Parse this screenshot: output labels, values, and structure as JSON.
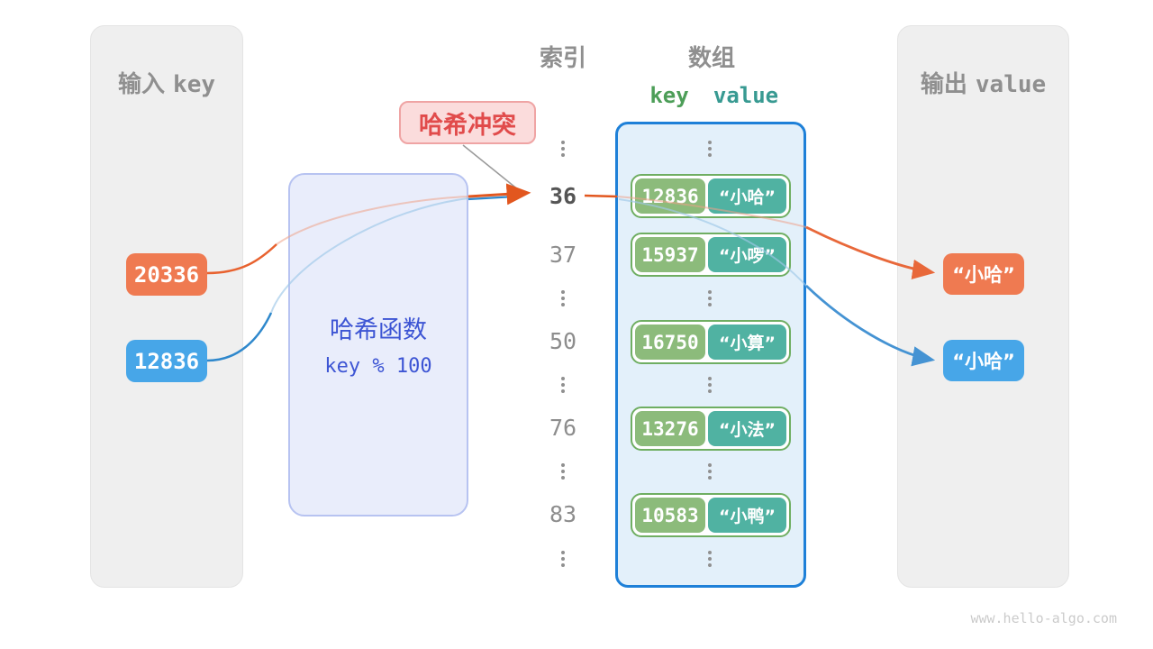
{
  "palette": {
    "panel_gray": "#efefef",
    "orange": "#ef7a51",
    "blue": "#47a6e8",
    "hash_box_fill": "#e9edfb",
    "hash_box_border": "#b7c3f1",
    "hash_text_blue": "#3d55d4",
    "collision_fill": "#fbdcdc",
    "collision_text": "#e14b4b",
    "array_fill": "#e3f0fa",
    "array_border": "#1e80d8",
    "entry_border": "#6fae62",
    "key_green": "#8cbb7b",
    "value_teal": "#50b2a2",
    "arrow_orange": "#e2571f",
    "arrow_blue": "#3d93d3"
  },
  "input_panel": {
    "title_zh": "输入",
    "title_en": "key",
    "keys": [
      {
        "value": "20336",
        "color": "orange"
      },
      {
        "value": "12836",
        "color": "blue"
      }
    ]
  },
  "hash_box": {
    "title": "哈希函数",
    "formula": "key % 100"
  },
  "collision_label": {
    "text": "哈希冲突"
  },
  "index_column": {
    "title": "索引",
    "labels": [
      "36",
      "37",
      "50",
      "76",
      "83"
    ],
    "highlighted": "36"
  },
  "array": {
    "title": "数组",
    "header": {
      "key": "key",
      "value": "value"
    },
    "entries": [
      {
        "index": "36",
        "key": "12836",
        "value": "“小哈”"
      },
      {
        "index": "37",
        "key": "15937",
        "value": "“小啰”"
      },
      {
        "index": "50",
        "key": "16750",
        "value": "“小算”"
      },
      {
        "index": "76",
        "key": "13276",
        "value": "“小法”"
      },
      {
        "index": "83",
        "key": "10583",
        "value": "“小鸭”"
      }
    ]
  },
  "output_panel": {
    "title_zh": "输出",
    "title_en": "value",
    "values": [
      {
        "text": "“小哈”",
        "color": "orange"
      },
      {
        "text": "“小哈”",
        "color": "blue"
      }
    ]
  },
  "footer": {
    "url": "www.hello-algo.com"
  }
}
